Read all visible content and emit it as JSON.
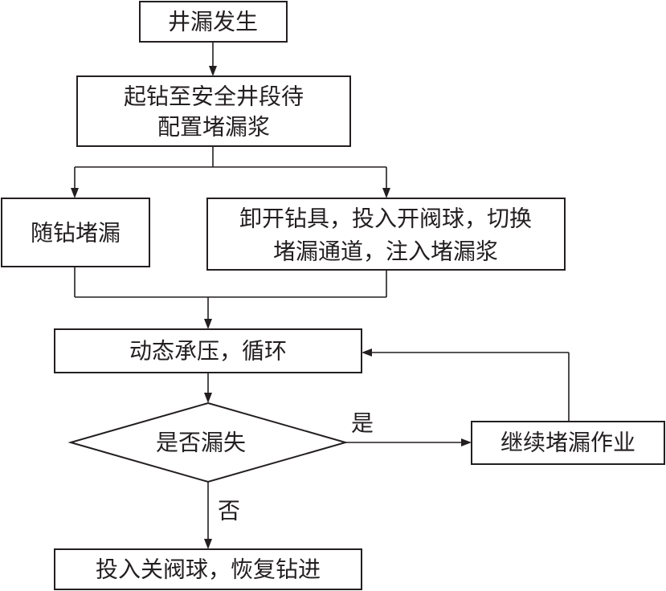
{
  "flowchart": {
    "start": "井漏发生",
    "trip_out": [
      "起钻至安全井段待",
      "配置堵漏浆"
    ],
    "plug_with_drill": "随钻堵漏",
    "unload_tools": [
      "卸开钻具，投入开阀球，切换",
      "堵漏通道，注入堵漏浆"
    ],
    "pressure_cycle": "动态承压，循环",
    "decision": "是否漏失",
    "continue_plugging": "继续堵漏作业",
    "resume": "投入关阀球，恢复钻进",
    "yes_label": "是",
    "no_label": "否"
  },
  "colors": {
    "ink": "#231f20",
    "background": "#ffffff"
  }
}
